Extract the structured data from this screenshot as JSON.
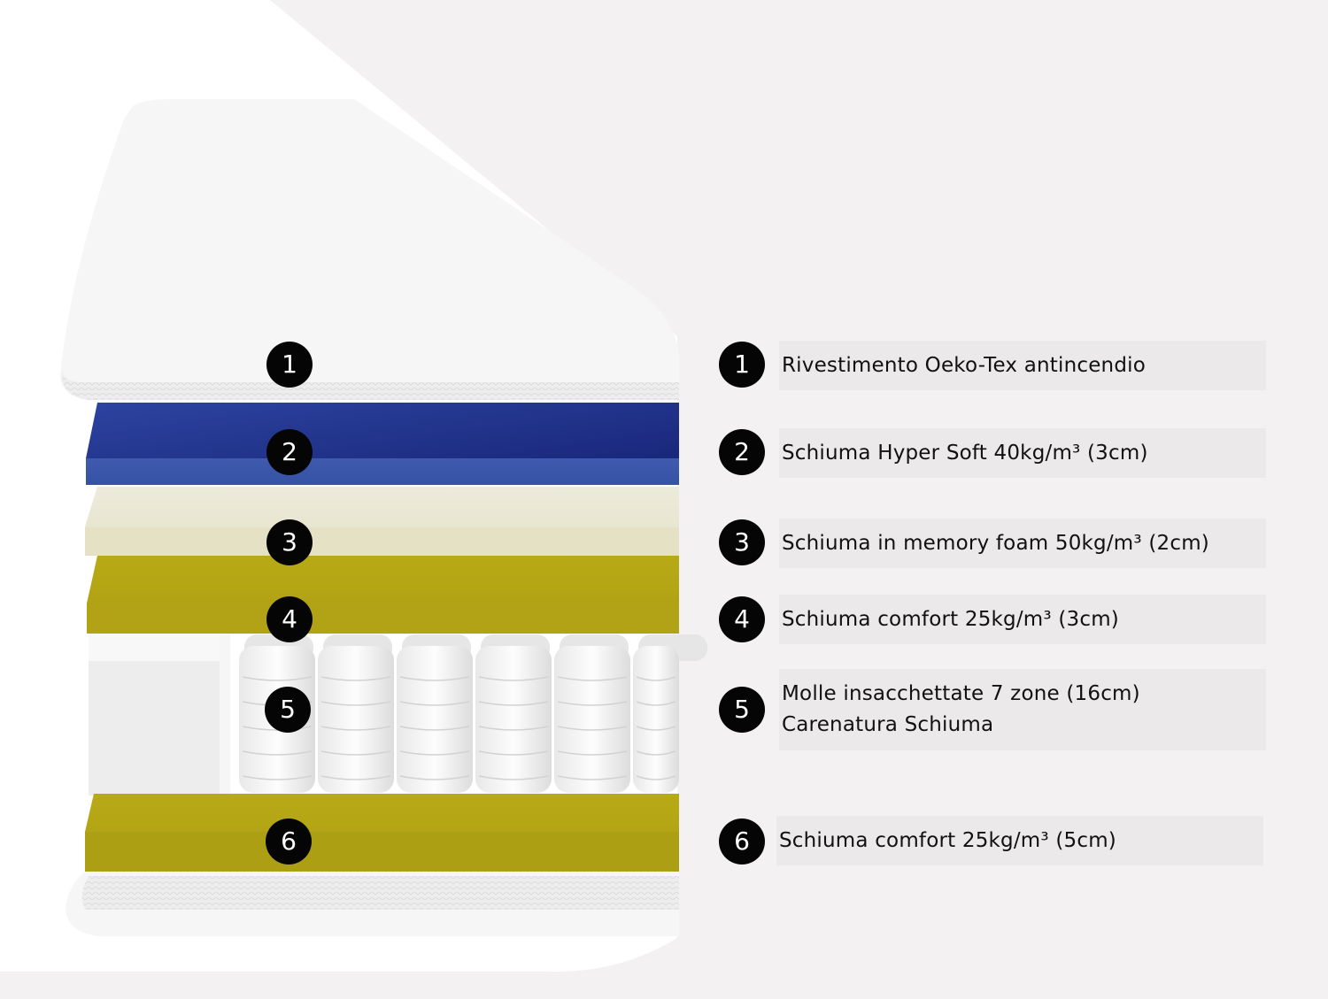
{
  "colors": {
    "background": "#f3f1f1",
    "cover": "#f7f7f7",
    "layer_2": "#2f4aa0",
    "layer_3": "#ecebd2",
    "layer_4": "#b3a414",
    "layer_6": "#b3a414",
    "badge": "#050505",
    "label_bg": "#ebe9e9"
  },
  "layers": [
    {
      "number": "1",
      "label": "Rivestimento Oeko-Tex antincendio"
    },
    {
      "number": "2",
      "label": "Schiuma Hyper Soft 40kg/m³ (3cm)"
    },
    {
      "number": "3",
      "label": "Schiuma in memory foam 50kg/m³ (2cm)"
    },
    {
      "number": "4",
      "label": "Schiuma comfort 25kg/m³ (3cm)"
    },
    {
      "number": "5",
      "label": "Molle insacchettate 7 zone (16cm)",
      "label_2": "Carenatura Schiuma"
    },
    {
      "number": "6",
      "label": "Schiuma comfort 25kg/m³ (5cm)"
    }
  ]
}
